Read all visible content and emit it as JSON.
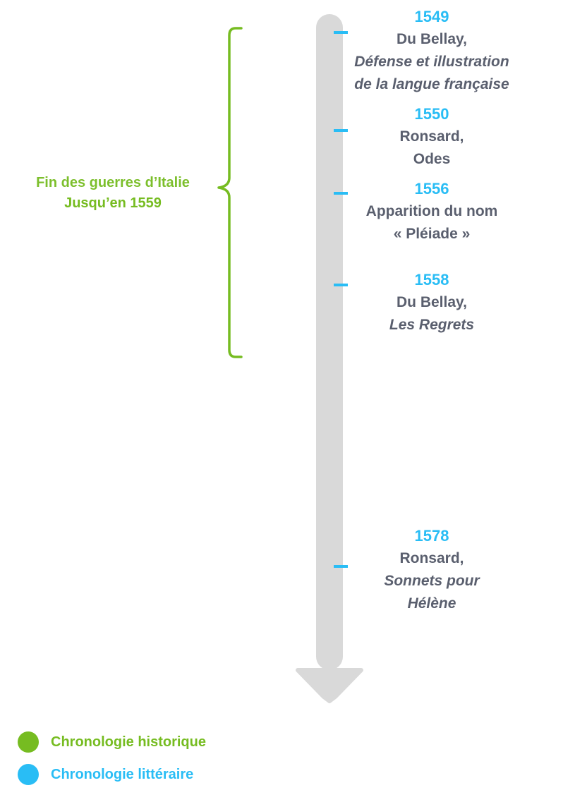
{
  "colors": {
    "historical": "#76bc21",
    "literary": "#29bdf5",
    "text": "#5a5f6e",
    "axis": "#d9d9d9"
  },
  "history": {
    "line1": "Fin des guerres d’Italie",
    "line2": "Jusqu’en 1559"
  },
  "events": [
    {
      "year": "1549",
      "author": "Du Bellay,",
      "work": [
        "Défense et illustration",
        "de la langue française"
      ]
    },
    {
      "year": "1550",
      "author": "Ronsard,",
      "work": [
        "Odes"
      ]
    },
    {
      "year": "1556",
      "author": "Apparition du nom",
      "work": [
        "« Pléiade »"
      ]
    },
    {
      "year": "1558",
      "author": "Du Bellay,",
      "work": [
        "Les Regrets"
      ]
    },
    {
      "year": "1578",
      "author": "Ronsard,",
      "work": [
        "Sonnets pour",
        "Hélène"
      ]
    }
  ],
  "legend": {
    "historical": "Chronologie historique",
    "literary": "Chronologie littéraire"
  }
}
